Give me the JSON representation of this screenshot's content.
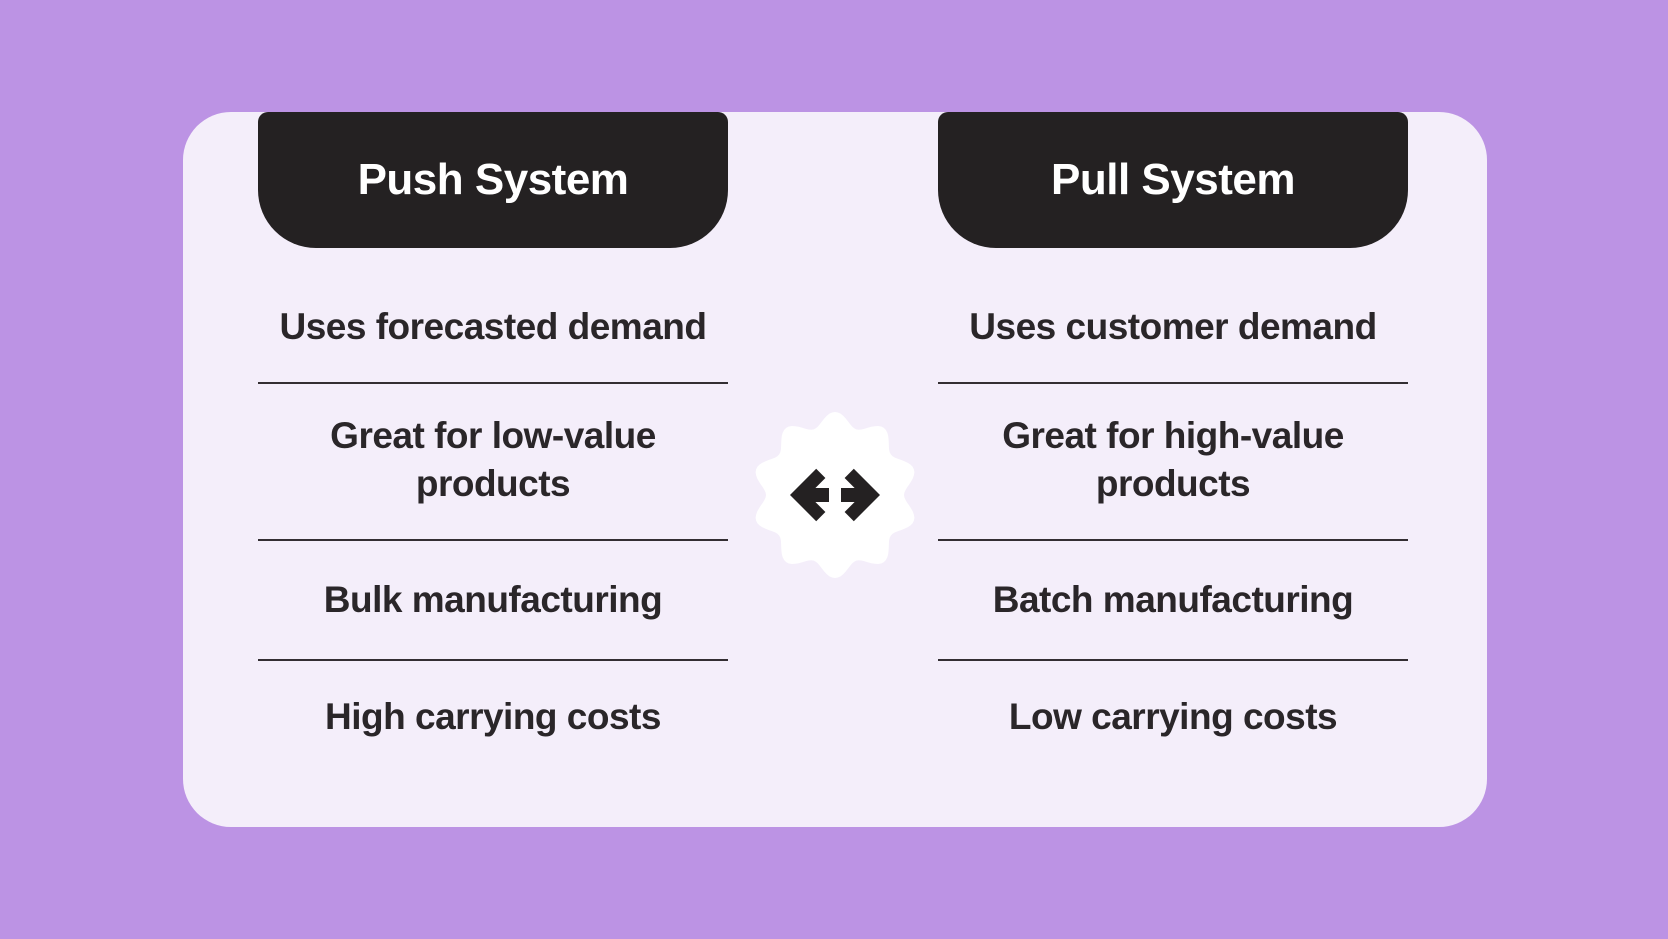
{
  "theme": {
    "bg": "#bc93e4",
    "card_bg": "#f4eefa",
    "header_bg": "#242122",
    "header_text": "#ffffff",
    "row_text": "#2a2629",
    "divider": "#332e32",
    "badge_bg": "#ffffff",
    "arrow": "#242122"
  },
  "columns": [
    {
      "title": "Push System",
      "rows": [
        "Uses forecasted demand",
        "Great for low-value products",
        "Bulk manufacturing",
        "High carrying costs"
      ]
    },
    {
      "title": "Pull System",
      "rows": [
        "Uses customer demand",
        "Great for high-value products",
        "Batch manufacturing",
        "Low carrying costs"
      ]
    }
  ],
  "badge": {
    "icon": "left-right-arrows-icon"
  }
}
